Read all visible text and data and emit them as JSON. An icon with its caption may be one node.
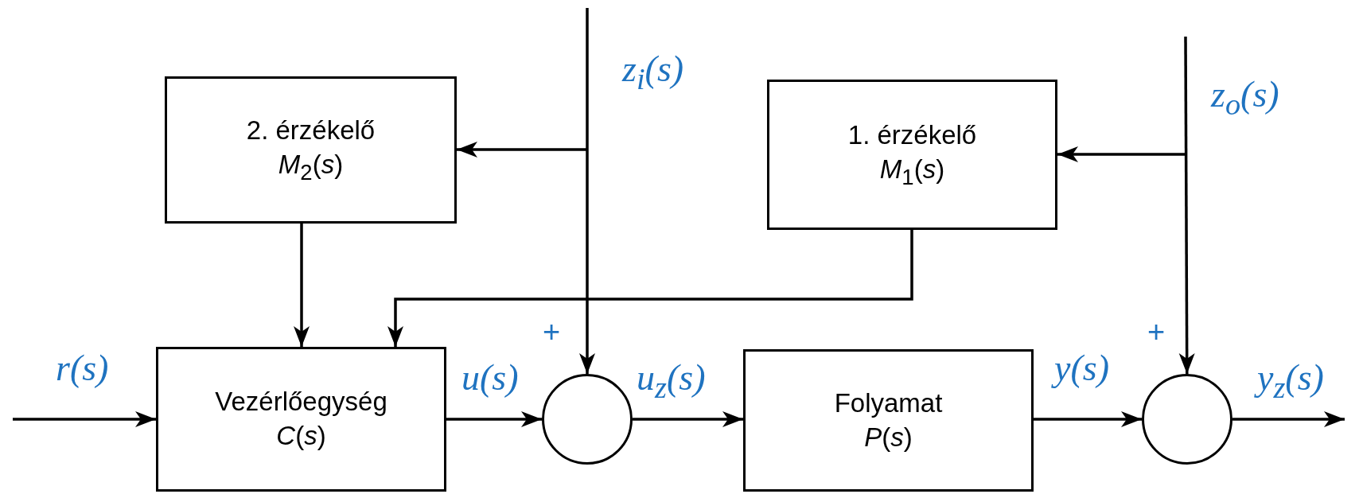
{
  "diagram": {
    "nodes": [
      {
        "text": [
          "2. érzékelő",
          "*M*$_{2}$(*s*)"
        ]
      },
      {
        "text": [
          "1. érzékelő",
          "*M*$_{1}$(*s*)"
        ]
      },
      {
        "text": [
          "Vezérlőegység",
          "*C*(*s*)"
        ]
      },
      {
        "text": [],
        "shape": "circle",
        "beside": [
          "+"
        ]
      },
      {
        "text": [
          "Folyamat",
          "*P*(*s*)"
        ]
      },
      {
        "text": [],
        "shape": "circle",
        "beside": [
          "+"
        ]
      }
    ],
    "edges": [
      {
        "from": null,
        "to": 0,
        "arrow": "to"
      },
      {
        "from": null,
        "to": 3,
        "arrow": "to",
        "label": "z$_{i}$(s)"
      },
      {
        "from": null,
        "to": 1,
        "arrow": "to"
      },
      {
        "from": null,
        "to": 5,
        "arrow": "to",
        "label": "z$_{o}$(s)"
      },
      {
        "from": 0,
        "to": 2,
        "arrow": "to"
      },
      {
        "from": 1,
        "to": 2,
        "arrow": "to"
      },
      {
        "from": null,
        "to": 2,
        "arrow": "to",
        "label": "r(s)"
      },
      {
        "from": 2,
        "to": 3,
        "arrow": "to",
        "label": "u(s)"
      },
      {
        "from": 3,
        "to": 4,
        "arrow": "to",
        "label": "u$_{z}$(s)"
      },
      {
        "from": 4,
        "to": 5,
        "arrow": "to",
        "label": "y(s)"
      },
      {
        "from": 5,
        "to": null,
        "arrow": "to",
        "label": "y$_{z}$(s)"
      }
    ]
  }
}
